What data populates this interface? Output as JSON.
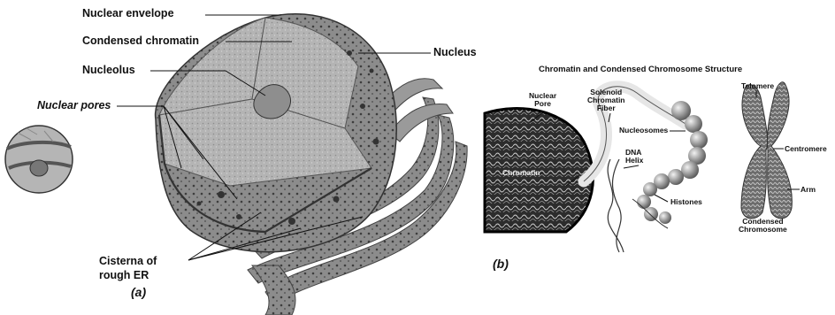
{
  "panel_a": {
    "tag": "(a)",
    "labels": {
      "nuclear_envelope": "Nuclear envelope",
      "condensed_chromatin": "Condensed chromatin",
      "nucleolus": "Nucleolus",
      "nuclear_pores": "Nuclear pores",
      "nucleus": "Nucleus",
      "cisterna_line1": "Cisterna of",
      "cisterna_line2": "rough ER"
    }
  },
  "panel_b": {
    "tag": "(b)",
    "title": "Chromatin and Condensed Chromosome Structure",
    "labels": {
      "nuclear_pore_1": "Nuclear",
      "nuclear_pore_2": "Pore",
      "solenoid_1": "Solenoid",
      "solenoid_2": "Chromatin",
      "solenoid_3": "Fiber",
      "nucleosomes": "Nucleosomes",
      "dna_1": "DNA",
      "dna_2": "Helix",
      "chromatin": "Chromatin",
      "histones": "Histones",
      "telomere": "Telomere",
      "centromere": "Centromere",
      "arm": "Arm",
      "condensed_1": "Condensed",
      "condensed_2": "Chromosome"
    }
  },
  "colors": {
    "ink": "#111111",
    "membrane": "#8a8a8a",
    "membrane_dark": "#5a5a5a",
    "cut_surface": "#b9b9b9",
    "background": "#ffffff"
  }
}
